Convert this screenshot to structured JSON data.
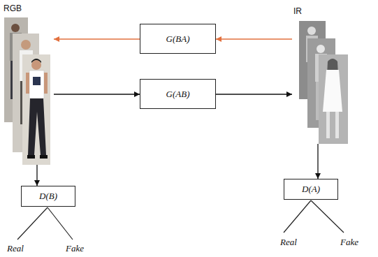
{
  "diagram": {
    "nodes": [
      {
        "text": [
          "RGB"
        ]
      },
      {
        "text": [
          "G(BA)"
        ]
      },
      {
        "text": [
          "G(AB)"
        ]
      },
      {
        "text": [
          "IR"
        ]
      },
      {
        "text": [
          "D(B)"
        ]
      },
      {
        "text": [
          "D(A)"
        ]
      }
    ],
    "edges": [
      {
        "from": 3,
        "to": 1,
        "arrow": "to"
      },
      {
        "from": 1,
        "to": 0,
        "arrow": "to"
      },
      {
        "from": 0,
        "to": 2,
        "arrow": "to"
      },
      {
        "from": 2,
        "to": 3,
        "arrow": "to"
      },
      {
        "from": 0,
        "to": 4,
        "arrow": "to"
      },
      {
        "from": 3,
        "to": 5,
        "arrow": "to"
      }
    ],
    "labels": [
      "Real",
      "Fake",
      "Real",
      "Fake"
    ]
  }
}
